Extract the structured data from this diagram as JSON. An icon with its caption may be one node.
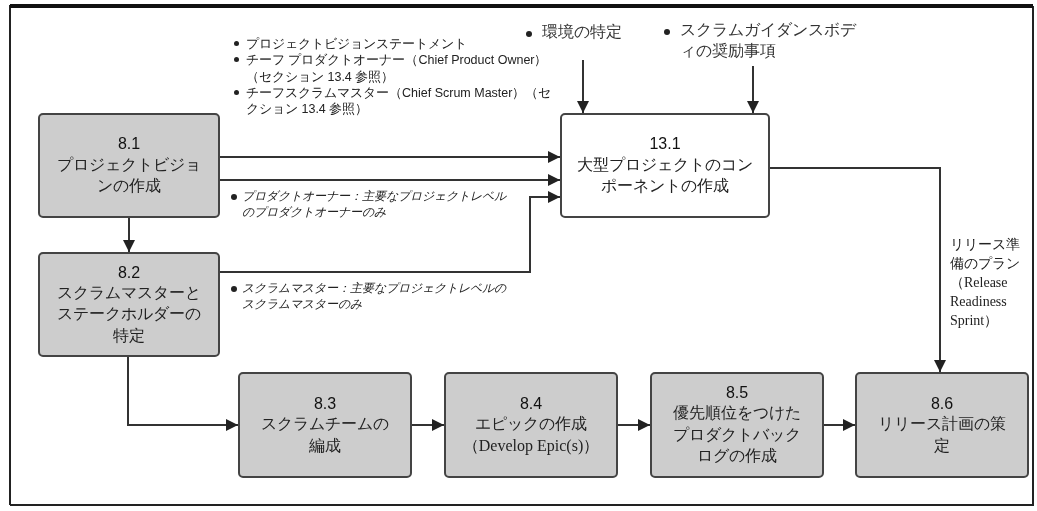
{
  "diagram": {
    "nodes": [
      {
        "text": [
          "8.1",
          "プロジェクトビジョンの作成"
        ]
      },
      {
        "text": [
          "8.2",
          "スクラムマスターとステークホルダーの特定"
        ]
      },
      {
        "text": [
          "13.1",
          "大型プロジェクトのコンポーネントの作成"
        ]
      },
      {
        "text": [
          "8.3",
          "スクラムチームの編成"
        ]
      },
      {
        "text": [
          "8.4",
          "エピックの作成（Develop Epic(s)）"
        ]
      },
      {
        "text": [
          "8.5",
          "優先順位をつけたプロダクトバックログの作成"
        ]
      },
      {
        "text": [
          "8.6",
          "リリース計画の策定"
        ]
      },
      {
        "text": [
          "環境の特定"
        ]
      },
      {
        "text": [
          "スクラムガイダンスボディの奨励事項"
        ]
      }
    ],
    "edges": [
      {
        "from": 0,
        "to": 2,
        "arrow": "to"
      },
      {
        "from": 0,
        "to": 2,
        "arrow": "to",
        "label": "プロダクトオーナー：主要なプロジェクトレベルのプロダクトオーナーのみ"
      },
      {
        "from": 1,
        "to": 2,
        "arrow": "to",
        "label": "スクラムマスター：主要なプロジェクトレベルのスクラムマスターのみ"
      },
      {
        "from": 7,
        "to": 2,
        "arrow": "to"
      },
      {
        "from": 8,
        "to": 2,
        "arrow": "to"
      },
      {
        "from": 0,
        "to": 1,
        "arrow": "to"
      },
      {
        "from": 1,
        "to": 3,
        "arrow": "to"
      },
      {
        "from": 3,
        "to": 4,
        "arrow": "to"
      },
      {
        "from": 4,
        "to": 5,
        "arrow": "to"
      },
      {
        "from": 5,
        "to": 6,
        "arrow": "to"
      },
      {
        "from": 2,
        "to": 6,
        "arrow": "to",
        "label": "リリース準備のプラン（Release Readiness Sprint）"
      }
    ],
    "labels": [
      "プロジェクトビジョンステートメント",
      "チーフ プロダクトオーナー（Chief Product Owner）（セクション 13.4 参照）",
      "チーフスクラムマスター（Chief Scrum Master）（セクション 13.4 参照）"
    ]
  }
}
